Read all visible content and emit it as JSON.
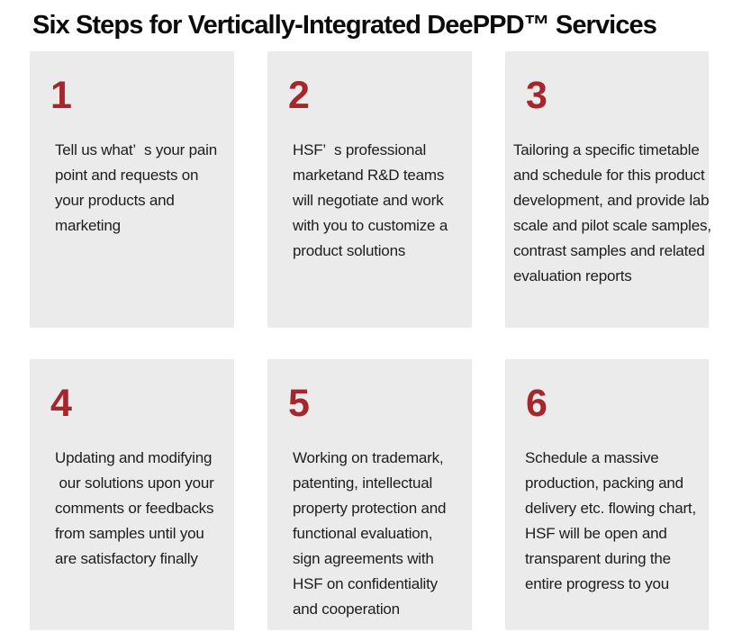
{
  "title": "Six Steps for Vertically-Integrated DeePPD™ Services",
  "colors": {
    "accent_red": "#a5262b",
    "card_bg": "#ebebeb",
    "body_text": "#1d1d1d",
    "title_text": "#0c0c0c"
  },
  "steps": [
    {
      "number": "1",
      "lines": [
        "Tell us what’  s your pain",
        "point and requests on",
        "your products and",
        "marketing"
      ]
    },
    {
      "number": "2",
      "lines": [
        "HSF’  s professional",
        "marketand R&D teams",
        "will negotiate and work",
        "with you to customize a",
        "product solutions"
      ]
    },
    {
      "number": "3",
      "lines": [
        "Tailoring a specific timetable",
        "and schedule for this product",
        "development, and provide lab",
        "scale and pilot scale samples,",
        "contrast samples and related",
        "evaluation reports"
      ]
    },
    {
      "number": "4",
      "lines": [
        "Updating and modifying",
        " our solutions upon your",
        "comments or feedbacks",
        "from samples until you",
        "are satisfactory finally"
      ]
    },
    {
      "number": "5",
      "lines": [
        "Working on trademark,",
        "patenting, intellectual",
        "property protection and",
        "functional evaluation,",
        "sign agreements with",
        "HSF on confidentiality",
        "and cooperation"
      ]
    },
    {
      "number": "6",
      "lines": [
        "Schedule a massive",
        "production, packing and",
        "delivery etc. flowing chart,",
        "HSF will be open and",
        "transparent during the",
        "entire progress to you"
      ]
    }
  ]
}
